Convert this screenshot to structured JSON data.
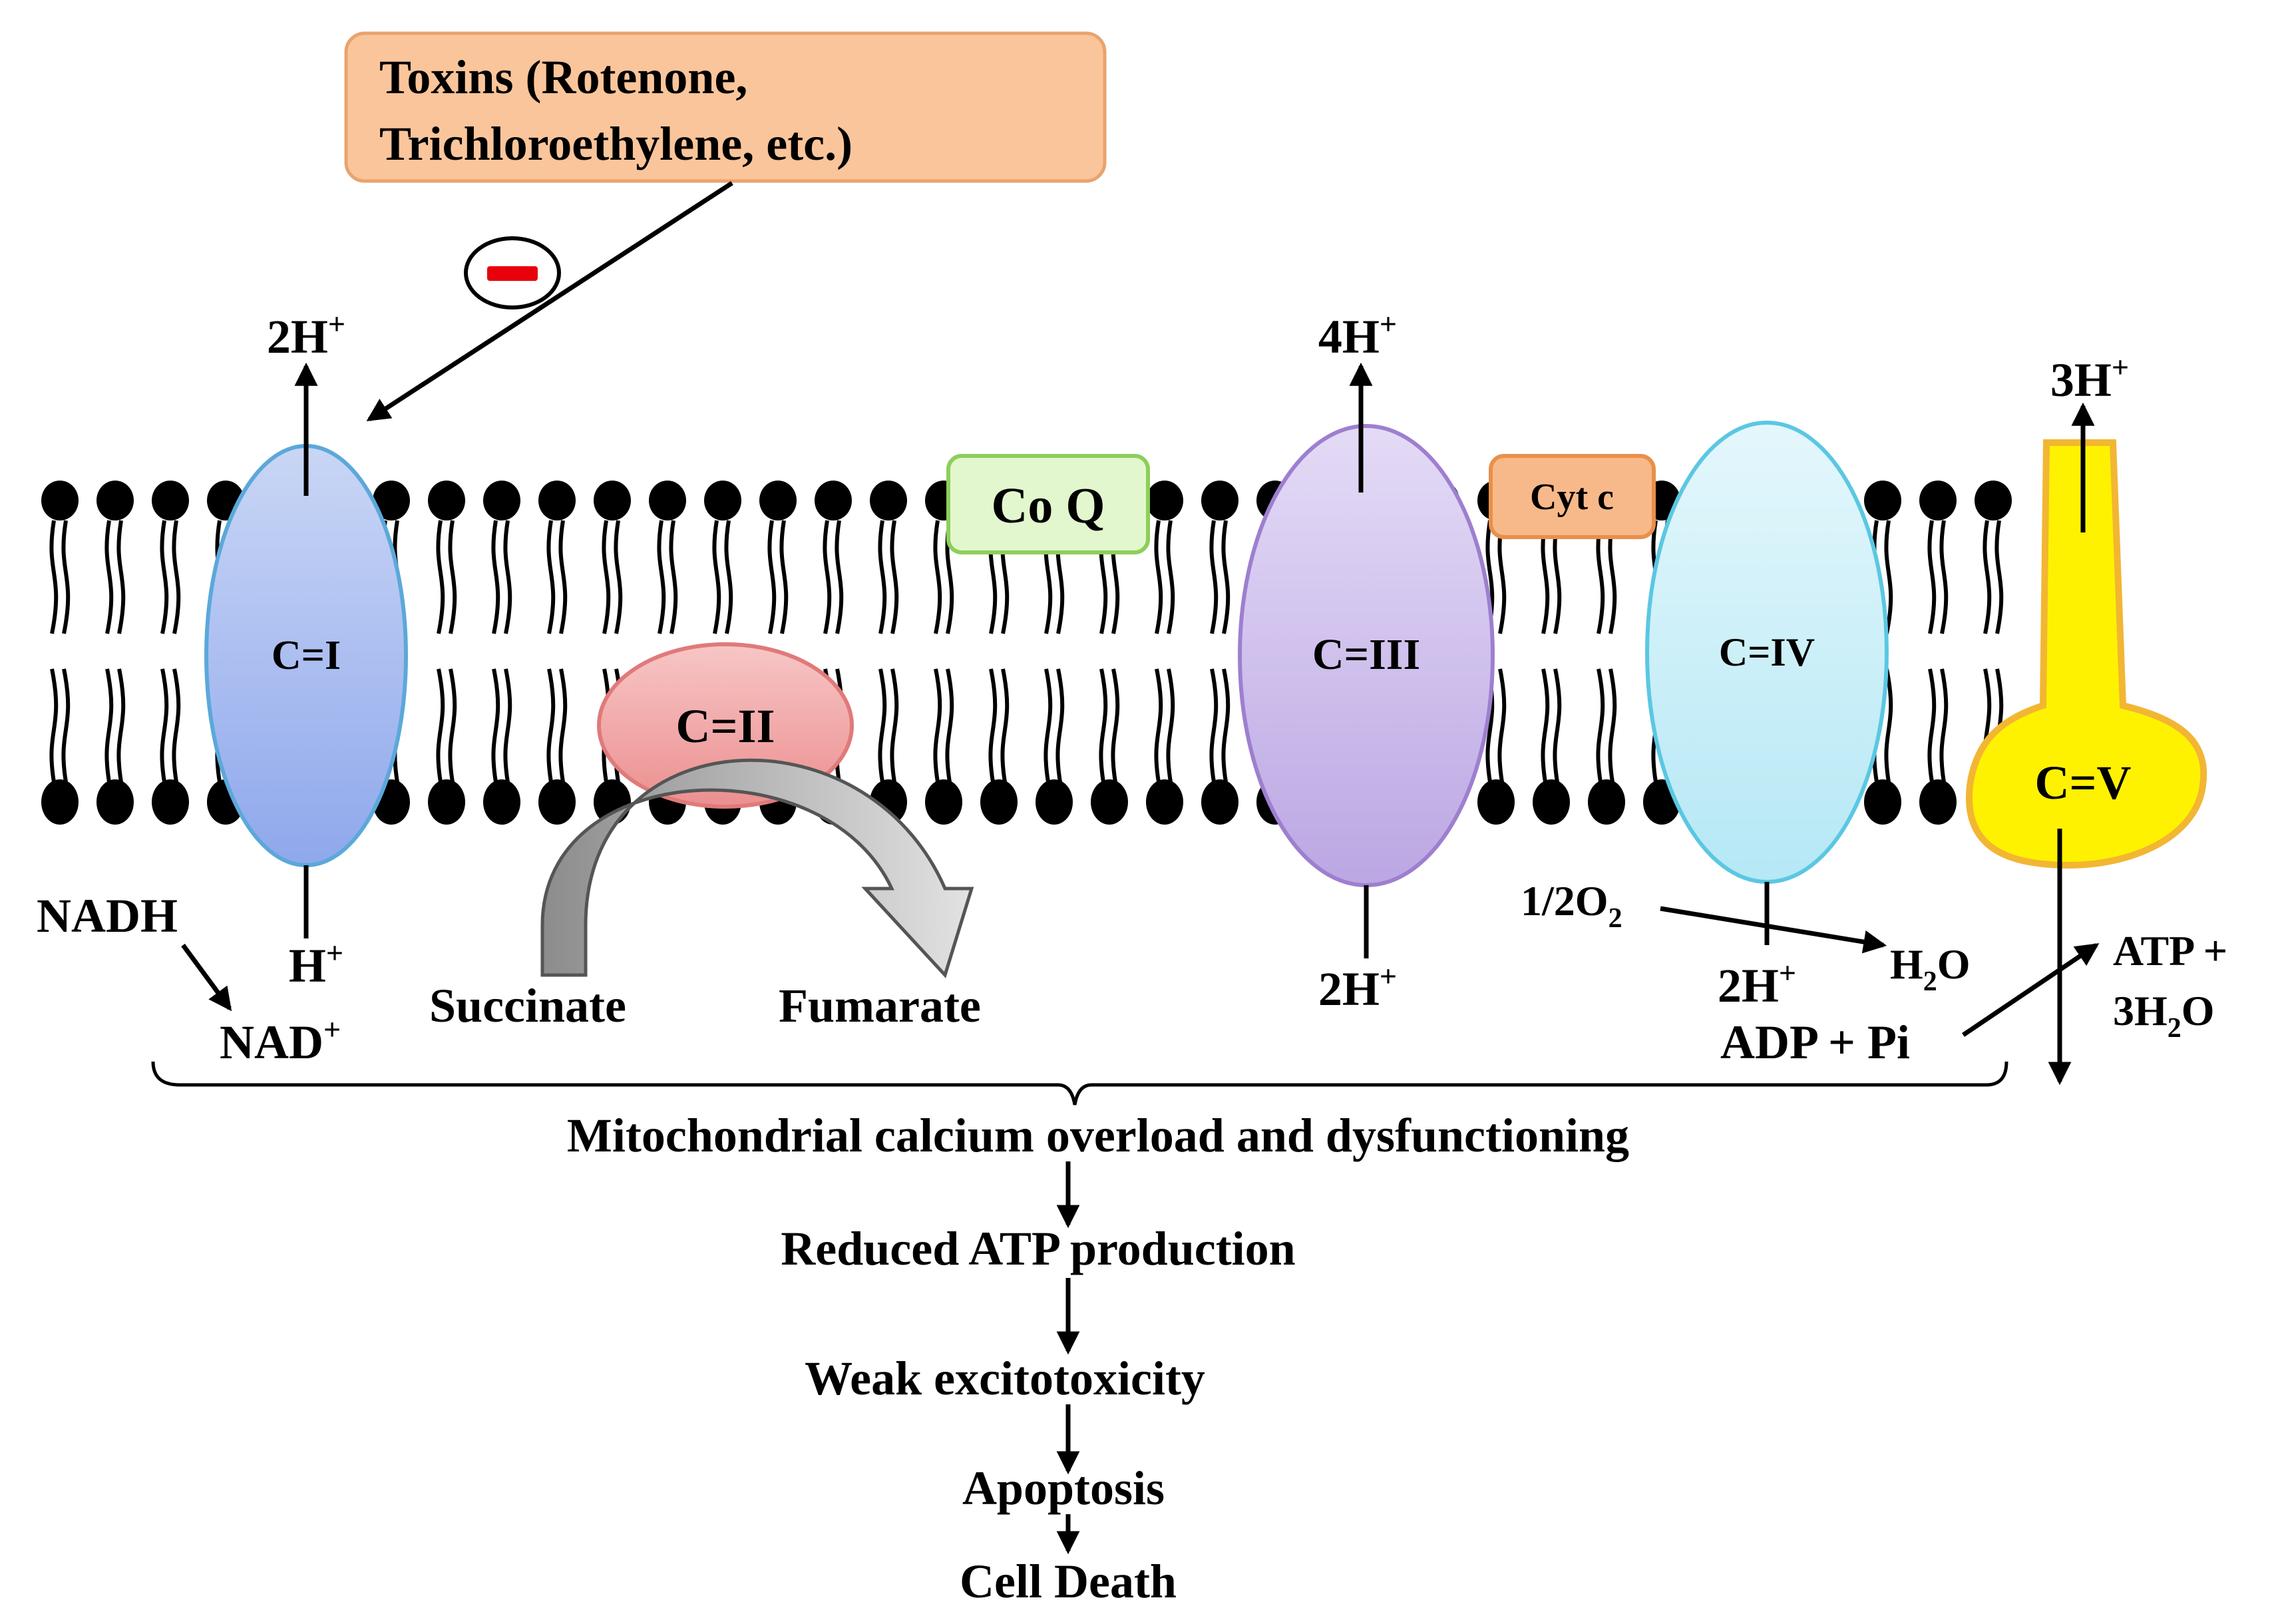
{
  "toxin_box": {
    "line1": "Toxins (Rotenone,",
    "line2": "Trichloroethylene, etc.)",
    "fill": "#FBC59B",
    "inhibit_symbol": "minus-sign"
  },
  "complexes": {
    "c1": {
      "label": "C=I",
      "fill": "#A9BEF0",
      "stroke": "#5BA8DA"
    },
    "c2": {
      "label": "C=II",
      "fill": "#F1A6A6",
      "stroke": "#E07A7A"
    },
    "coq": {
      "label": "Co Q",
      "fill": "#E3F7CF",
      "stroke": "#8CCF5A"
    },
    "c3": {
      "label": "C=III",
      "fill": "#D2C4EE",
      "stroke": "#9E7FCF"
    },
    "cytc": {
      "label": "Cyt c",
      "fill": "#F8B98A",
      "stroke": "#E8904A"
    },
    "c4": {
      "label": "C=IV",
      "fill": "#CDEFF8",
      "stroke": "#5BC7E3"
    },
    "c5": {
      "label": "C=V",
      "fill": "#FFF200",
      "stroke": "#F2B632"
    }
  },
  "protons": {
    "c1_out": {
      "base": "2H",
      "sup": "+"
    },
    "c1_in": {
      "base": "H",
      "sup": "+"
    },
    "c3_out": {
      "base": "4H",
      "sup": "+"
    },
    "c3_in": {
      "base": "2H",
      "sup": "+"
    },
    "c4_in": {
      "base": "2H",
      "sup": "+"
    },
    "c5_out": {
      "base": "3H",
      "sup": "+"
    }
  },
  "reactions": {
    "nadh": "NADH",
    "nad": {
      "base": "NAD",
      "sup": "+"
    },
    "succinate": "Succinate",
    "fumarate": "Fumarate",
    "oxygen": {
      "pre": "1/2O",
      "sub": "2"
    },
    "water": {
      "pre": "H",
      "sub": "2",
      "post": "O"
    },
    "adp": "ADP + Pi",
    "atp_line1": "ATP +",
    "atp_line2": {
      "pre": "3H",
      "sub": "2",
      "post": "O"
    }
  },
  "cascade": [
    "Mitochondrial calcium overload and dysfunctioning",
    "Reduced ATP production",
    "Weak excitotoxicity",
    "Apoptosis",
    "Cell Death"
  ]
}
